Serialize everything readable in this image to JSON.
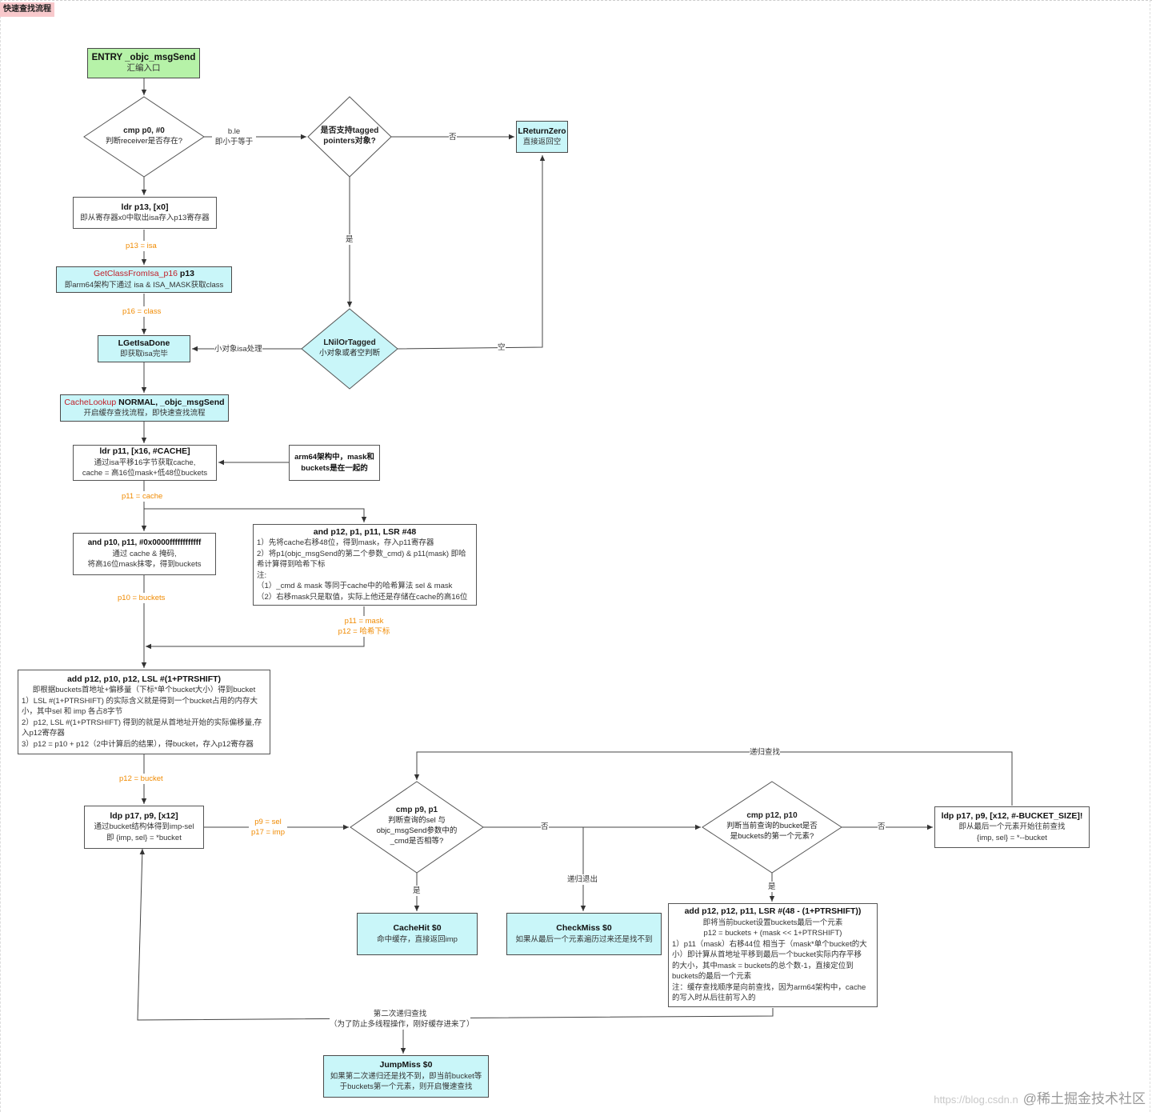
{
  "title_tag": "快速查找流程",
  "nodes": {
    "entry": {
      "t": "ENTRY _objc_msgSend",
      "d": "汇编入口"
    },
    "cmp_p0": {
      "t": "cmp     p0, #0",
      "d": "判断receiver是否存在?"
    },
    "tagged_q": {
      "t1": "是否支持tagged",
      "t2": "pointers对象?"
    },
    "lreturnzero": {
      "t": "LReturnZero",
      "d": "直接返回空"
    },
    "ldr_p13": {
      "t": "ldr  p13, [x0]",
      "d": "即从寄存器x0中取出isa存入p13寄存器"
    },
    "getclass": {
      "t_red": "GetClassFromIsa_p16",
      "t_rest": " p13",
      "d": "即arm64架构下通过 isa & ISA_MASK获取class"
    },
    "lgetisadone": {
      "t": "LGetIsaDone",
      "d": "即获取isa完毕"
    },
    "lnilortagged": {
      "t": "LNilOrTagged",
      "d": "小对象或者空判断"
    },
    "cachelookup": {
      "t_red": "CacheLookup",
      "t_rest": " NORMAL, _objc_msgSend",
      "d": "开启缓存查找流程，即快速查找流程"
    },
    "ldr_p11": {
      "t": "ldr  p11, [x16, #CACHE]",
      "d1": "通过isa平移16字节获取cache,",
      "d2": "cache = 高16位mask+低48位buckets"
    },
    "arm64_note": {
      "t1": "arm64架构中，mask和",
      "t2": "buckets是在一起的"
    },
    "and_p10": {
      "t": "and  p10, p11, #0x0000ffffffffffff",
      "d1": "通过 cache & 掩码,",
      "d2": "将高16位mask抹零，得到buckets"
    },
    "and_p12": {
      "t": "and  p12, p1, p11, LSR #48",
      "lines": [
        "1）先将cache右移48位，得到mask，存入p11寄存器",
        "2）将p1(objc_msgSend的第二个参数_cmd) & p11(mask) 即哈",
        "希计算得到哈希下标",
        "注:",
        "（1）_cmd & mask 等同于cache中的哈希算法 sel & mask",
        "（2）右移mask只是取值，实际上他还是存储在cache的高16位"
      ]
    },
    "add_p12": {
      "t": "add  p12, p10, p12, LSL #(1+PTRSHIFT)",
      "lines": [
        "即根据buckets首地址+偏移量（下标*单个bucket大小）得到bucket",
        "1）LSL #(1+PTRSHIFT) 的实际含义就是得到一个bucket占用的内存大",
        "小，其中sel 和 imp 各占8字节",
        "2）p12, LSL #(1+PTRSHIFT) 得到的就是从首地址开始的实际偏移量,存",
        "入p12寄存器",
        "3）p12 = p10 + p12（2中计算后的结果），得bucket，存入p12寄存器"
      ]
    },
    "ldp_p17": {
      "t": "ldp p17, p9, [x12]",
      "d1": "通过bucket结构体得到imp-sel",
      "d2": "即 {imp, sel} = *bucket"
    },
    "cmp_p9": {
      "t": "cmp   p9, p1",
      "d1": "判断查询的sel 与",
      "d2": "objc_msgSend参数中的",
      "d3": "_cmd是否相等?"
    },
    "cmp_p12": {
      "t": "cmp     p12, p10",
      "d1": "判断当前查询的bucket是否",
      "d2": "是buckets的第一个元素?"
    },
    "ldp_last": {
      "t": "ldp p17, p9, [x12, #-BUCKET_SIZE]!",
      "d1": "即从最后一个元素开始往前查找",
      "d2": "{imp, sel} = *--bucket"
    },
    "cachehit": {
      "t": "CacheHit $0",
      "d": "命中缓存，直接返回imp"
    },
    "checkmiss": {
      "t": "CheckMiss $0",
      "d": "如果从最后一个元素遍历过来还是找不到"
    },
    "add_last": {
      "t": "add      p12, p12, p11, LSR #(48 - (1+PTRSHIFT))",
      "d1": "即将当前bucket设置buckets最后一个元素",
      "d2": "p12 = buckets + (mask << 1+PTRSHIFT)",
      "lines": [
        "1）p11（mask）右移44位 相当于（mask*单个bucket的大",
        "小）即计算从首地址平移到最后一个bucket实际内存平移",
        "的大小，其中mask = buckets的总个数-1，直接定位到",
        "buckets的最后一个元素",
        "注：缓存查找顺序是向前查找，因为arm64架构中，cache",
        "的写入时从后往前写入的"
      ]
    },
    "jumpmiss": {
      "t": "JumpMiss $0",
      "d1": "如果第二次递归还是找不到，即当前bucket等",
      "d2": "于buckets第一个元素，则开启慢速查找"
    }
  },
  "edge_labels": {
    "ble": "b.le",
    "ble_desc": "即小于等于",
    "no": "否",
    "yes": "是",
    "empty": "空",
    "small_obj": "小对象isa处理",
    "recursive": "递归查找",
    "recursive_exit": "递归退出",
    "second_recursive": "第二次递归查找",
    "second_recursive_note": "（为了防止多线程操作，刚好缓存进来了）"
  },
  "value_labels": {
    "p13_isa": "p13 = isa",
    "p16_class": "p16 = class",
    "p11_cache": "p11 = cache",
    "p10_buckets": "p10 = buckets",
    "p11_mask": "p11 = mask",
    "p12_hash": "p12 = 哈希下标",
    "p12_bucket": "p12 = bucket",
    "p9_sel": "p9 = sel",
    "p17_imp": "p17 = imp"
  },
  "watermark": {
    "url": "https://blog.csdn.n",
    "brand": "@稀土掘金技术社区"
  },
  "colors": {
    "start": "#b6f2a8",
    "terminal": "#c9f6f9",
    "value_label": "#f08a00",
    "tag": "#f8c9cc",
    "highlight": "#c0202a"
  }
}
